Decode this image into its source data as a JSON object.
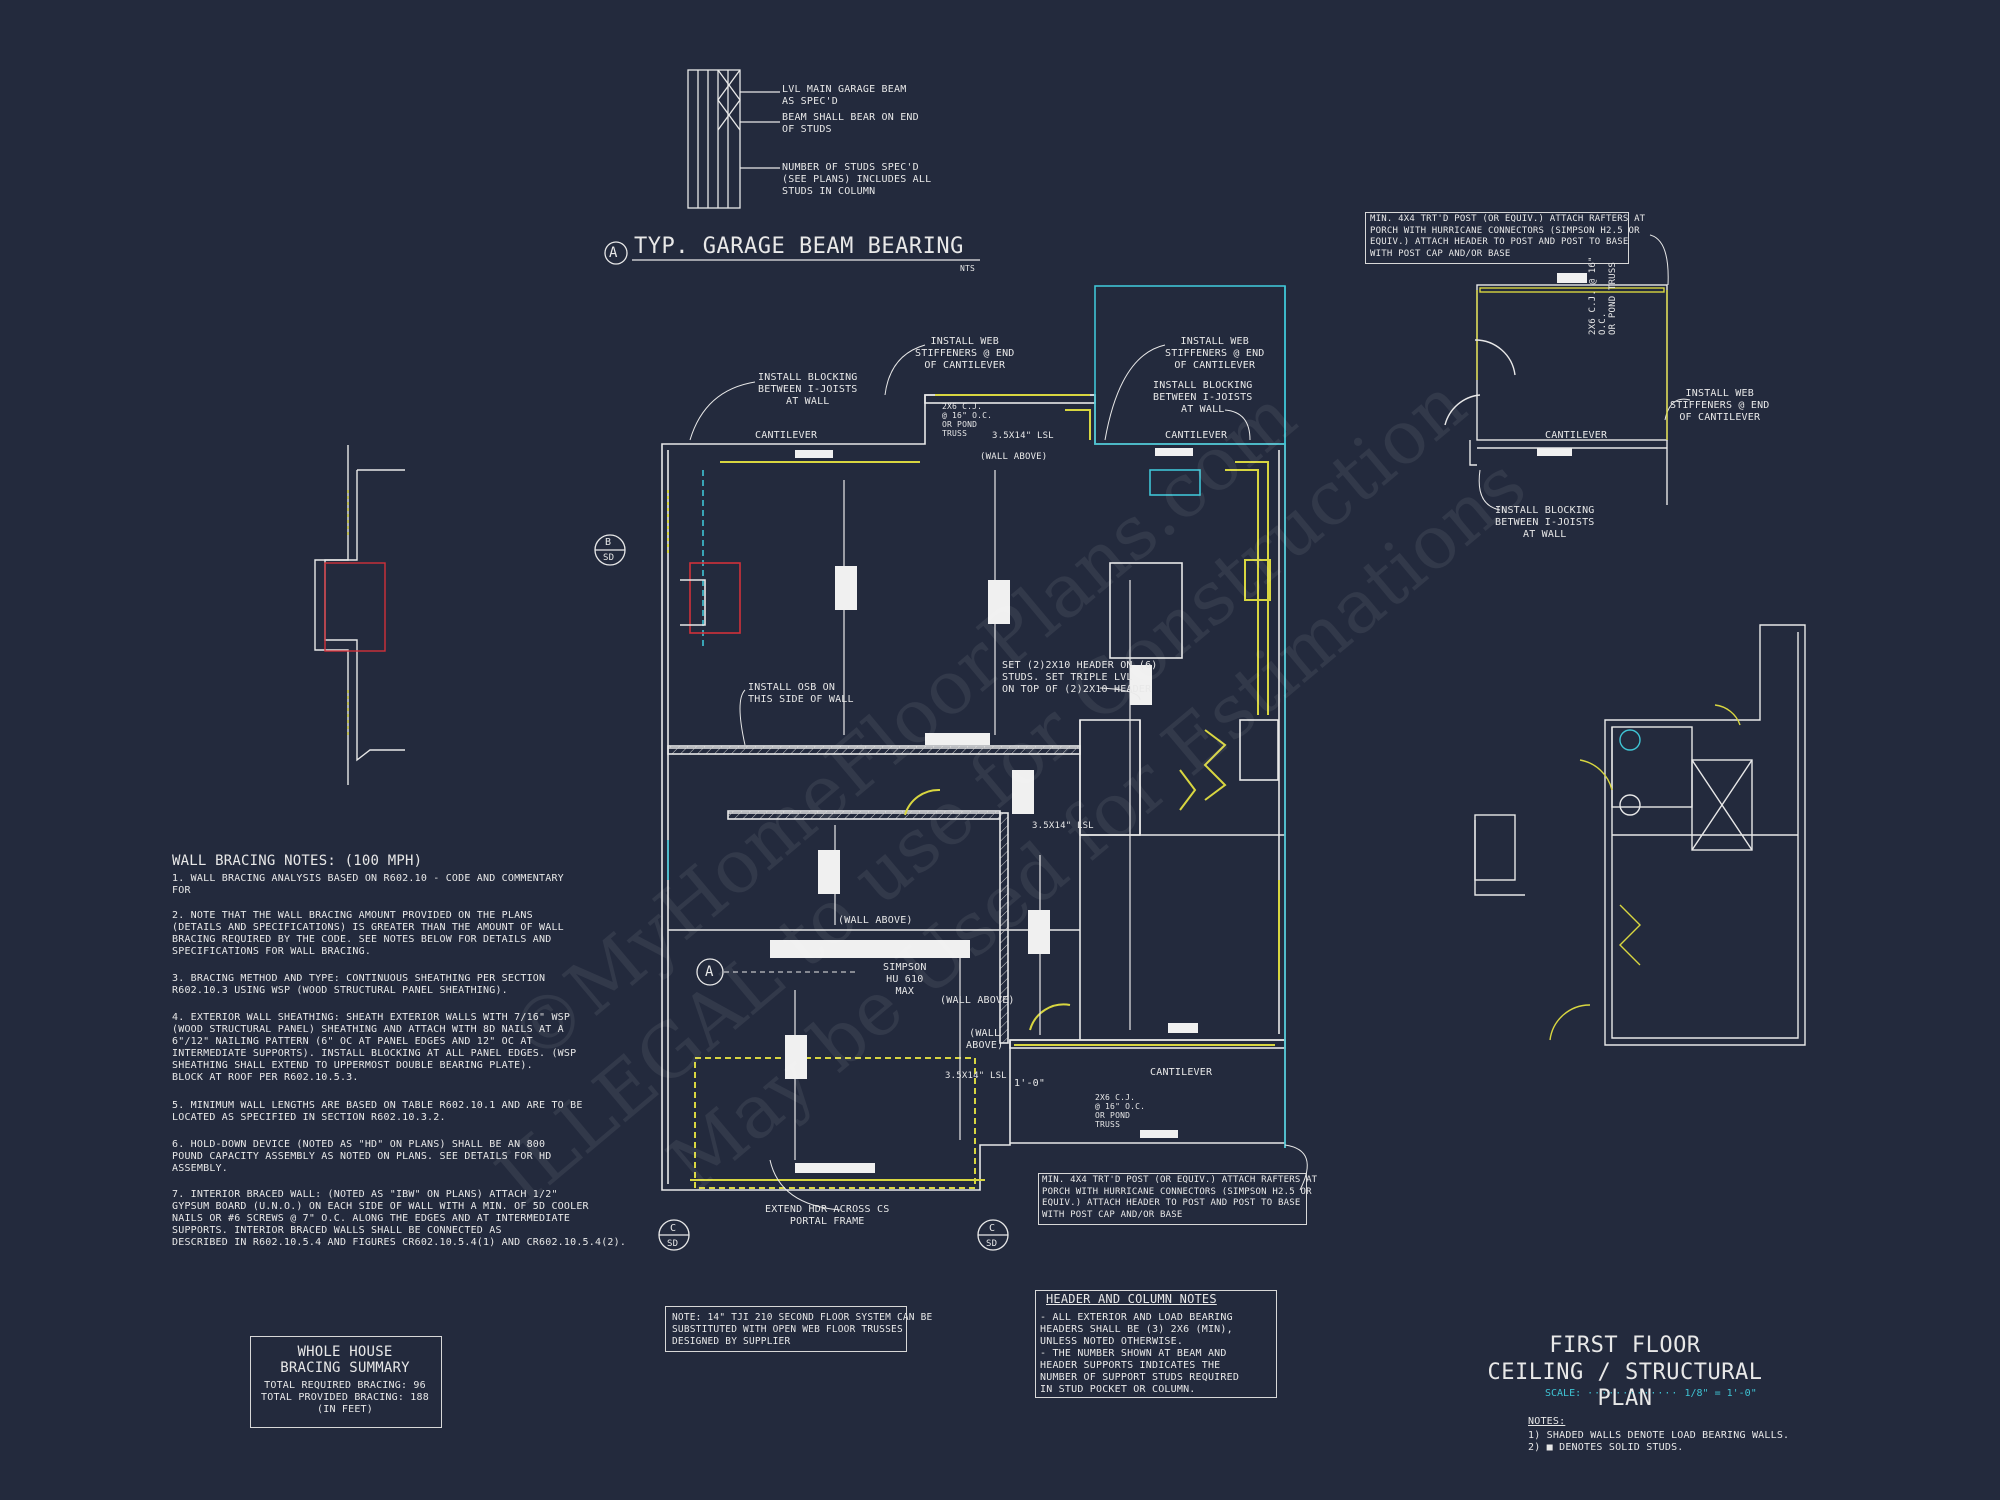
{
  "beam_detail": {
    "bubble": "A",
    "title": "TYP. GARAGE BEAM BEARING",
    "scale": "NTS",
    "notes": [
      "LVL MAIN GARAGE BEAM\nAS SPEC'D",
      "BEAM SHALL BEAR ON END\nOF STUDS",
      "NUMBER OF STUDS SPEC'D\n(SEE PLANS) INCLUDES ALL\nSTUDS IN COLUMN"
    ]
  },
  "plan_labels": {
    "install_blocking_1": "INSTALL BLOCKING\nBETWEEN I-JOISTS\nAT WALL",
    "install_web_1": "INSTALL WEB\nSTIFFENERS @ END\nOF CANTILEVER",
    "install_web_2": "INSTALL WEB\nSTIFFENERS @ END\nOF CANTILEVER",
    "install_blocking_2": "INSTALL BLOCKING\nBETWEEN I-JOISTS\nAT WALL",
    "cantilever_1": "CANTILEVER",
    "cantilever_2": "CANTILEVER",
    "cantilever_3": "CANTILEVER",
    "lsl_1": "3.5x14\" LSL",
    "wall_above_1": "(WALL ABOVE)",
    "truss_1": "2x6 C.J.\n@ 16\" O.C.\nOR POND\nTRUSS",
    "install_osb": "INSTALL OSB ON\nTHIS SIDE OF WALL",
    "set_header": "SET (2)2x10 HEADER ON (6)\nSTUDS. SET TRIPLE LVL\nON TOP OF (2)2x10 HEADER",
    "lsl_2": "3.5x14\" LSL",
    "wall_above_2": "(WALL ABOVE)",
    "simpson": "SIMPSON\nHU 610\nMAX",
    "wall_above_3": "(WALL ABOVE)",
    "wall_above_4": "(WALL\nABOVE)",
    "lsl_3": "3.5x14\" LSL",
    "dim_1": "1'-0\"",
    "truss_2": "2x6 C.J.\n@ 16\" O.C.\nOR POND\nTRUSS",
    "extend_hdr": "EXTEND HDR ACROSS CS\nPORTAL FRAME",
    "bubble_b": "B",
    "bubble_b_sub": "SD",
    "bubble_a": "A",
    "bubble_c1": "C",
    "bubble_c1_sub": "SD",
    "bubble_c2": "C",
    "bubble_c2_sub": "SD"
  },
  "porch_note_top": "MIN. 4x4 TRT'D POST (OR EQUIV.) ATTACH RAFTERS AT\nPORCH WITH HURRICANE CONNECTORS (SIMPSON H2.5 OR\nEQUIV.) ATTACH HEADER TO POST AND POST TO BASE\nWITH POST CAP AND/OR BASE",
  "porch_note_bottom": "MIN. 4x4 TRT'D POST (OR EQUIV.) ATTACH RAFTERS AT\nPORCH WITH HURRICANE CONNECTORS (SIMPSON H2.5 OR\nEQUIV.) ATTACH HEADER TO POST AND POST TO BASE\nWITH POST CAP AND/OR BASE",
  "upper_right": {
    "truss": "2x6 C.J. @ 16\" O.C.\nOR POND TRUSS",
    "install_web": "INSTALL WEB\nSTIFFENERS @ END\nOF CANTILEVER",
    "cantilever": "CANTILEVER",
    "install_blocking": "INSTALL BLOCKING\nBETWEEN I-JOISTS\nAT WALL"
  },
  "wall_bracing": {
    "title": "WALL BRACING NOTES: (100 MPH)",
    "notes": [
      "1. WALL BRACING ANALYSIS BASED ON R602.10 - CODE AND COMMENTARY\nFOR",
      "2. NOTE THAT THE WALL BRACING AMOUNT PROVIDED ON THE PLANS\n(DETAILS AND SPECIFICATIONS) IS GREATER THAN THE AMOUNT OF WALL\nBRACING REQUIRED BY THE CODE. SEE NOTES BELOW FOR DETAILS AND\nSPECIFICATIONS FOR WALL BRACING.",
      "3. BRACING METHOD AND TYPE: CONTINUOUS SHEATHING PER SECTION\nR602.10.3 USING WSP (WOOD STRUCTURAL PANEL SHEATHING).",
      "4. EXTERIOR WALL SHEATHING: SHEATH EXTERIOR WALLS WITH 7/16\" WSP\n(WOOD STRUCTURAL PANEL) SHEATHING AND ATTACH WITH 8d NAILS AT A\n6\"/12\" NAILING PATTERN (6\" OC AT PANEL EDGES AND 12\" OC AT\nINTERMEDIATE SUPPORTS). INSTALL BLOCKING AT ALL PANEL EDGES. (WSP\nSHEATHING SHALL EXTEND TO UPPERMOST DOUBLE BEARING PLATE).\nBLOCK AT ROOF PER R602.10.5.3.",
      "5. MINIMUM WALL LENGTHS ARE BASED ON TABLE R602.10.1 AND ARE TO BE\nLOCATED AS SPECIFIED IN SECTION R602.10.3.2.",
      "6. HOLD-DOWN DEVICE (NOTED AS \"HD\" ON PLANS) SHALL BE AN 800\nPOUND CAPACITY ASSEMBLY AS NOTED ON PLANS. SEE DETAILS FOR HD\nASSEMBLY.",
      "7. INTERIOR BRACED WALL: (NOTED AS \"IBW\" ON PLANS) ATTACH 1/2\"\nGYPSUM BOARD (U.N.O.) ON EACH SIDE OF WALL WITH A MIN. OF 5d COOLER\nNAILS OR #6 SCREWS @ 7\" O.C. ALONG THE EDGES AND AT INTERMEDIATE\nSUPPORTS. INTERIOR BRACED WALLS SHALL BE CONNECTED AS\nDESCRIBED IN R602.10.5.4 AND FIGURES CR602.10.5.4(1) AND CR602.10.5.4(2)."
    ]
  },
  "whole_house": {
    "title": "WHOLE HOUSE\nBRACING SUMMARY",
    "lines": "TOTAL REQUIRED BRACING: 96\nTOTAL PROVIDED BRACING: 188\n(IN FEET)"
  },
  "note_tji": "NOTE: 14\" TJI 210 SECOND FLOOR SYSTEM CAN BE\nSUBSTITUTED WITH OPEN WEB FLOOR TRUSSES\nDESIGNED BY SUPPLIER",
  "header_notes": {
    "title": "HEADER AND COLUMN NOTES",
    "body": "- ALL EXTERIOR AND LOAD BEARING\nHEADERS SHALL BE (3) 2x6 (MIN),\nUNLESS NOTED OTHERWISE.\n- THE NUMBER SHOWN AT BEAM AND\nHEADER SUPPORTS INDICATES THE\nNUMBER OF SUPPORT STUDS REQUIRED\nIN STUD POCKET OR COLUMN."
  },
  "sheet_title": {
    "line1": "FIRST FLOOR",
    "line2": "CEILING / STRUCTURAL PLAN",
    "scale_label": "SCALE:",
    "scale_value": "1/8\" = 1'-0\"",
    "notes_label": "NOTES:",
    "notes": "1) SHADED WALLS DENOTE LOAD BEARING WALLS.\n2) ■ DENOTES SOLID STUDS."
  },
  "watermark": {
    "line1": "©MyHomeFloorPlans.com",
    "line2": "ILLEGAL to use for Construction",
    "line3": "May be Used for Estimations"
  },
  "colors": {
    "background": "#232a3d",
    "lines": "#e8e8e8",
    "yellow": "#d8d640",
    "cyan": "#3fc4d4",
    "red": "#d0313a"
  }
}
